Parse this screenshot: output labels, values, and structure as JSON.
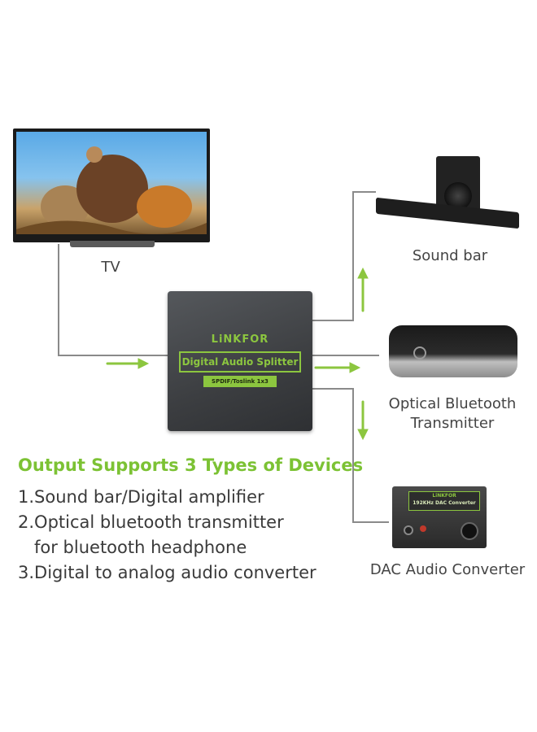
{
  "labels": {
    "tv": "TV",
    "sound_bar": "Sound bar",
    "bluetooth_line1": "Optical Bluetooth",
    "bluetooth_line2": "Transmitter",
    "dac": "DAC Audio Converter"
  },
  "splitter": {
    "brand": "LiNKFOR",
    "product": "Digital Audio Splitter",
    "spec": "SPDIF/Toslink 1x3"
  },
  "dac_device": {
    "brand": "LiNKFOR",
    "subtitle": "192KHz DAC Converter"
  },
  "headline": "Output Supports 3 Types of Devices",
  "features": [
    "1.Sound bar/Digital amplifier",
    "2.Optical bluetooth transmitter",
    "for bluetooth headphone",
    "3.Digital to analog audio converter"
  ],
  "colors": {
    "accent_green": "#7cc234",
    "wire_gray": "#8a8a8a",
    "text_dark": "#3a3a3a"
  }
}
